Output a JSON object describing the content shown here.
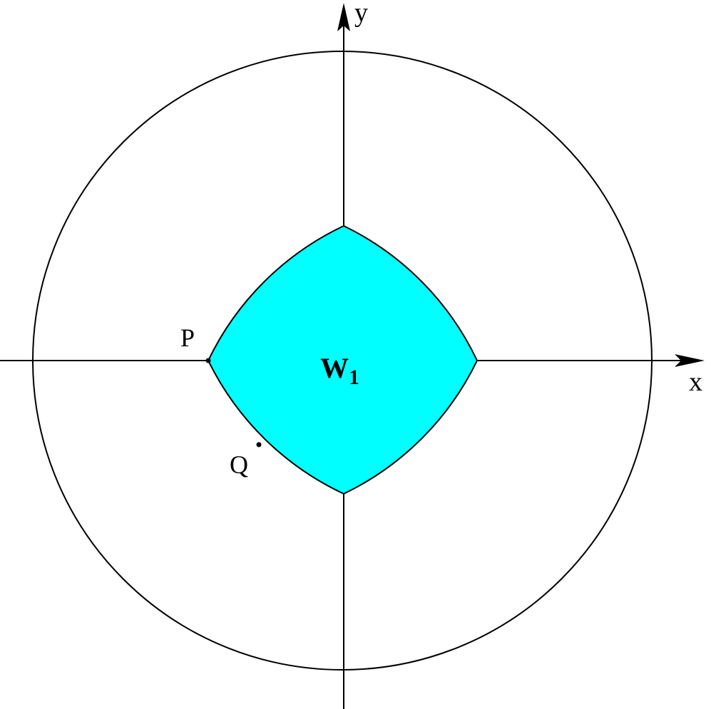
{
  "diagram": {
    "axes": {
      "x_label": "x",
      "y_label": "y"
    },
    "points": [
      {
        "label": "P"
      },
      {
        "label": "Q"
      }
    ],
    "region": {
      "label": "W",
      "subscript": "1"
    },
    "colors": {
      "region_fill": "#00FFFF",
      "stroke": "#000000",
      "background": "#FFFFFF"
    }
  }
}
